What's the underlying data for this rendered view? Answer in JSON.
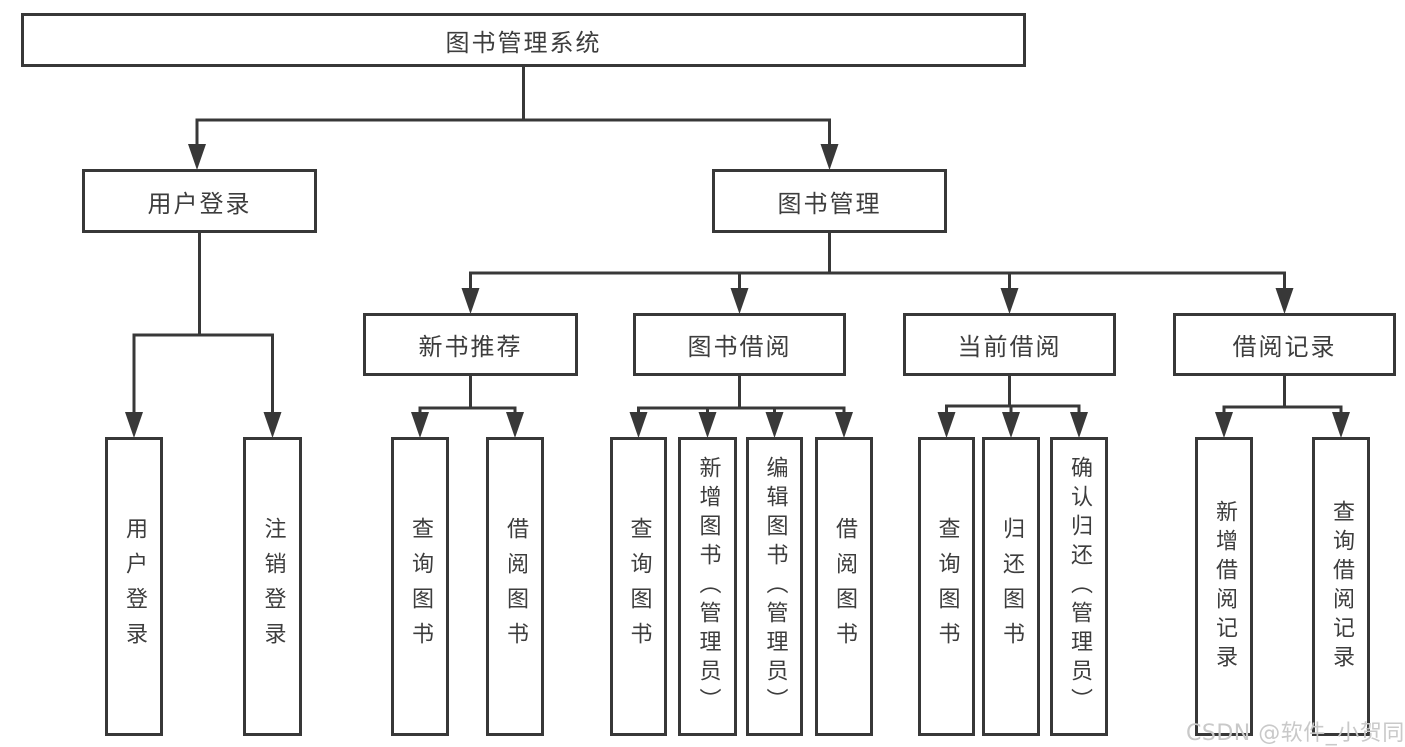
{
  "diagram": {
    "root": {
      "label": "图书管理系统"
    },
    "level2": {
      "user_login": {
        "label": "用户登录"
      },
      "book_mgmt": {
        "label": "图书管理"
      }
    },
    "level3": {
      "new_book_rec": {
        "label": "新书推荐"
      },
      "book_borrow": {
        "label": "图书借阅"
      },
      "current_borrow": {
        "label": "当前借阅"
      },
      "borrow_records": {
        "label": "借阅记录"
      }
    },
    "leaves": {
      "login_do": {
        "label": "用户登录"
      },
      "login_out": {
        "label": "注销登录"
      },
      "rec_query": {
        "label": "查询图书"
      },
      "rec_borrow": {
        "label": "借阅图书"
      },
      "borrow_query": {
        "label": "查询图书"
      },
      "borrow_add": {
        "label": "新增图书（管理员）"
      },
      "borrow_edit": {
        "label": "编辑图书（管理员）"
      },
      "borrow_do": {
        "label": "借阅图书"
      },
      "current_query": {
        "label": "查询图书"
      },
      "current_return": {
        "label": "归还图书"
      },
      "current_confirm": {
        "label": "确认归还（管理员）"
      },
      "records_add": {
        "label": "新增借阅记录"
      },
      "records_query": {
        "label": "查询借阅记录"
      }
    }
  },
  "watermark": {
    "text": "CSDN @软件_小贺同学"
  },
  "colors": {
    "line": "#383838",
    "text": "#3d3d3d",
    "watermark": "#c9c9c9",
    "background": "#ffffff"
  }
}
